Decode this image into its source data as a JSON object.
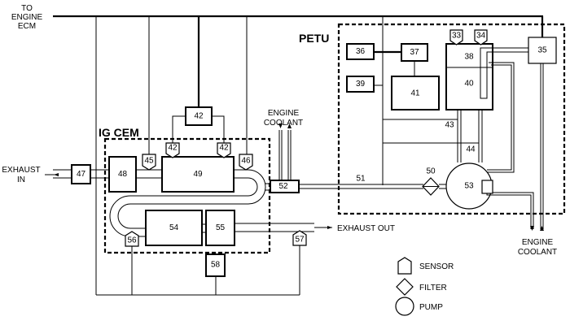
{
  "diagram": {
    "external_labels": {
      "to_engine_ecm": [
        "TO",
        "ENGINE",
        "ECM"
      ],
      "exhaust_in": [
        "EXHAUST",
        "IN"
      ],
      "exhaust_out": "EXHAUST OUT",
      "engine_coolant_top": [
        "ENGINE",
        "COOLANT"
      ],
      "engine_coolant_bottom": [
        "ENGINE",
        "COOLANT"
      ]
    },
    "groups": {
      "ig_cem": "IG CEM",
      "petu": "PETU"
    },
    "components": {
      "c33": "33",
      "c34": "34",
      "c35": "35",
      "c36": "36",
      "c37": "37",
      "c38": "38",
      "c39": "39",
      "c40": "40",
      "c41": "41",
      "c42_top": "42",
      "c42_left": "42",
      "c42_right": "42",
      "c43": "43",
      "c44": "44",
      "c45": "45",
      "c46": "46",
      "c47": "47",
      "c48": "48",
      "c49": "49",
      "c50": "50",
      "c51": "51",
      "c52": "52",
      "c53": "53",
      "c54": "54",
      "c55": "55",
      "c56": "56",
      "c57": "57",
      "c58": "58"
    },
    "legend": [
      {
        "symbol": "sensor-pentagon",
        "label": "SENSOR"
      },
      {
        "symbol": "filter-diamond",
        "label": "FILTER"
      },
      {
        "symbol": "pump-circle",
        "label": "PUMP"
      }
    ]
  }
}
